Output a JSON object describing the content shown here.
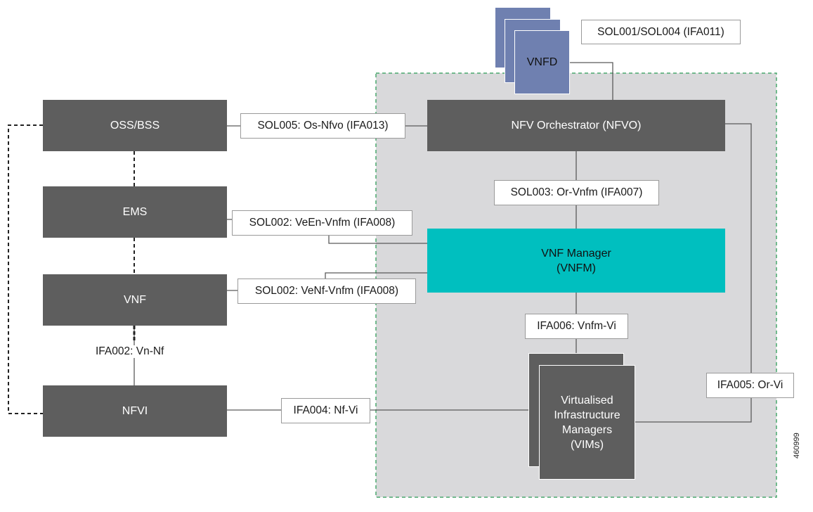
{
  "nodes": {
    "oss_bss": "OSS/BSS",
    "ems": "EMS",
    "vnf": "VNF",
    "nfvi": "NFVI",
    "nfvo": "NFV Orchestrator (NFVO)",
    "vnfm": {
      "line1": "VNF Manager",
      "line2": "(VNFM)"
    },
    "vims": {
      "line1": "Virtualised",
      "line2": "Infrastructure",
      "line3": "Managers",
      "line4": "(VIMs)"
    },
    "vnfd": "VNFD"
  },
  "interfaces": {
    "vnfd_nfvo": "SOL001/SOL004 (IFA011)",
    "os_nfvo": "SOL005: Os-Nfvo (IFA013)",
    "or_vnfm": "SOL003: Or-Vnfm (IFA007)",
    "veen_vnfm": "SOL002: VeEn-Vnfm (IFA008)",
    "venf_vnfm": "SOL002: VeNf-Vnfm (IFA008)",
    "vnfm_vi": "IFA006: Vnfm-Vi",
    "vn_nf": "IFA002: Vn-Nf",
    "nf_vi": "IFA004: Nf-Vi",
    "or_vi": "IFA005: Or-Vi"
  },
  "figure_id": "460999",
  "colors": {
    "node": "#5e5e5e",
    "vnfm": "#00bfbf",
    "vnfd": "#6f80b0",
    "mano_area": "#d9d9db",
    "mano_border": "#4aa86e"
  }
}
